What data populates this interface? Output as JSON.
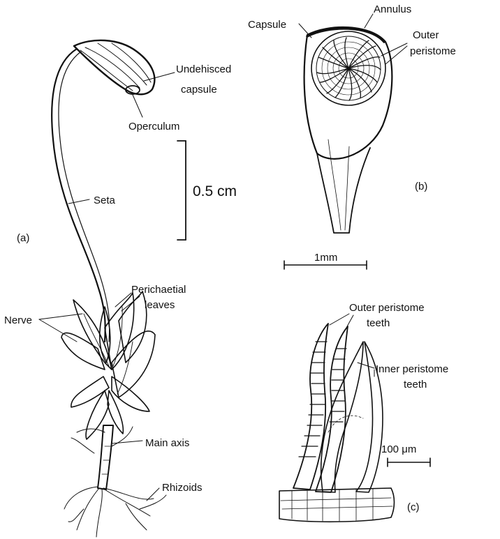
{
  "panels": {
    "a": {
      "panel_label": "(a)",
      "labels": {
        "undehisced": [
          "Undehisced",
          "capsule"
        ],
        "operculum": "Operculum",
        "seta": "Seta",
        "perichaetial": [
          "Perichaetial",
          "leaves"
        ],
        "nerve": "Nerve",
        "main_axis": "Main axis",
        "rhizoids": "Rhizoids"
      },
      "scale_bar": "0.5 cm"
    },
    "b": {
      "panel_label": "(b)",
      "labels": {
        "capsule": "Capsule",
        "annulus": "Annulus",
        "outer_peristome": [
          "Outer",
          "peristome"
        ]
      },
      "scale_bar": "1mm"
    },
    "c": {
      "panel_label": "(c)",
      "labels": {
        "outer_teeth": [
          "Outer peristome",
          "teeth"
        ],
        "inner_teeth": [
          "Inner peristome",
          "teeth"
        ]
      },
      "scale_bar": "100 μm"
    }
  },
  "colors": {
    "ink": "#111111",
    "paper": "#ffffff"
  }
}
